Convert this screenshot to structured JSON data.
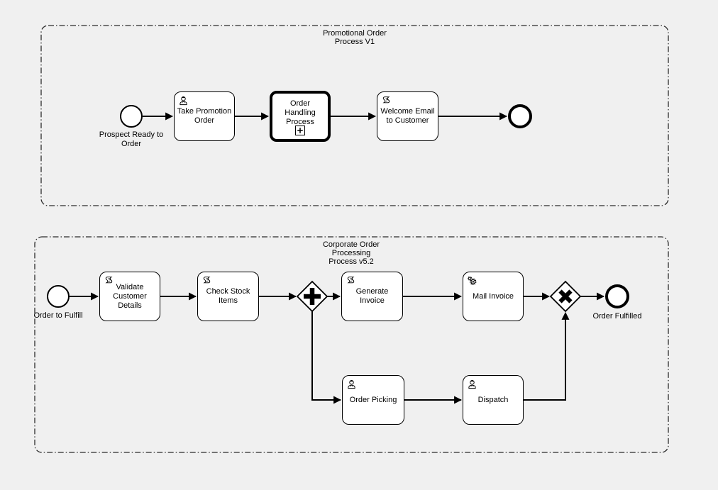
{
  "colors": {
    "background": "#f0f0f0",
    "shape_fill": "#ffffff",
    "stroke": "#000000"
  },
  "groups": {
    "promotional": {
      "title": "Promotional Order\nProcess V1"
    },
    "corporate": {
      "title": "Corporate Order\nProcessing\nProcess v5.2"
    }
  },
  "promotional": {
    "start_event": "Prospect Ready to\nOrder",
    "take_promotion_order": "Take Promotion\nOrder",
    "order_handling_process": "Order Handling\nProcess",
    "welcome_email": "Welcome Email\nto Customer"
  },
  "corporate": {
    "start_event": "Order to Fulfill",
    "validate_customer": "Validate\nCustomer\nDetails",
    "check_stock": "Check Stock\nItems",
    "generate_invoice": "Generate Invoice",
    "mail_invoice": "Mail Invoice",
    "order_picking": "Order Picking",
    "dispatch": "Dispatch",
    "end_event": "Order Fulfilled"
  },
  "icons": {
    "user": "user-icon",
    "script": "script-icon",
    "service": "gear-icon",
    "subprocess": "plus-icon",
    "parallel_gateway": "plus-icon",
    "exclusive_gateway": "x-icon"
  }
}
